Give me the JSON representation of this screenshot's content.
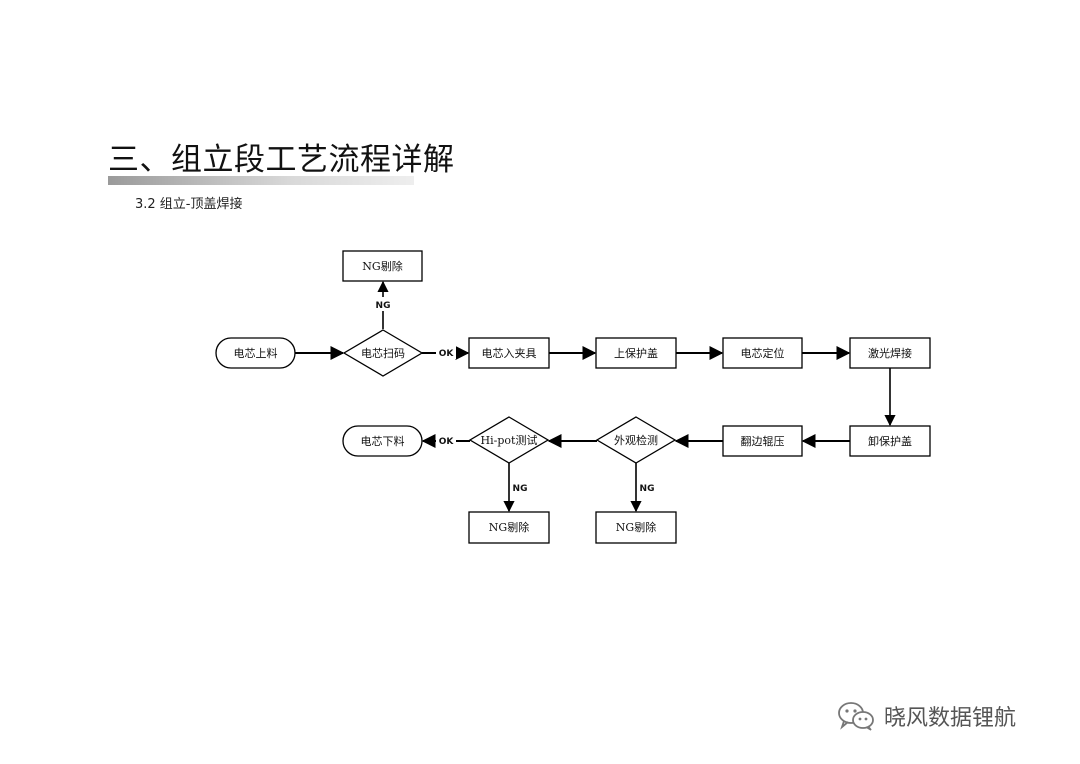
{
  "header": {
    "title": "三、组立段工艺流程详解",
    "subtitle": "3.2 组立-顶盖焊接"
  },
  "flowchart": {
    "nodes": {
      "start": "电芯上料",
      "scan": "电芯扫码",
      "ng_scan": "NG剔除",
      "clamp": "电芯入夹具",
      "cover_on": "上保护盖",
      "position": "电芯定位",
      "laser": "激光焊接",
      "cover_off": "卸保护盖",
      "fold": "翻边辊压",
      "visual": "外观检测",
      "ng_visual": "NG剔除",
      "hipot": "Hi-pot测试",
      "ng_hipot": "NG剔除",
      "end": "电芯下料"
    },
    "edge_labels": {
      "scan_ng": "NG",
      "scan_ok": "OK",
      "visual_ng": "NG",
      "hipot_ng": "NG",
      "hipot_ok": "OK"
    }
  },
  "watermark": {
    "text": "晓风数据锂航",
    "icon": "wechat-icon"
  }
}
